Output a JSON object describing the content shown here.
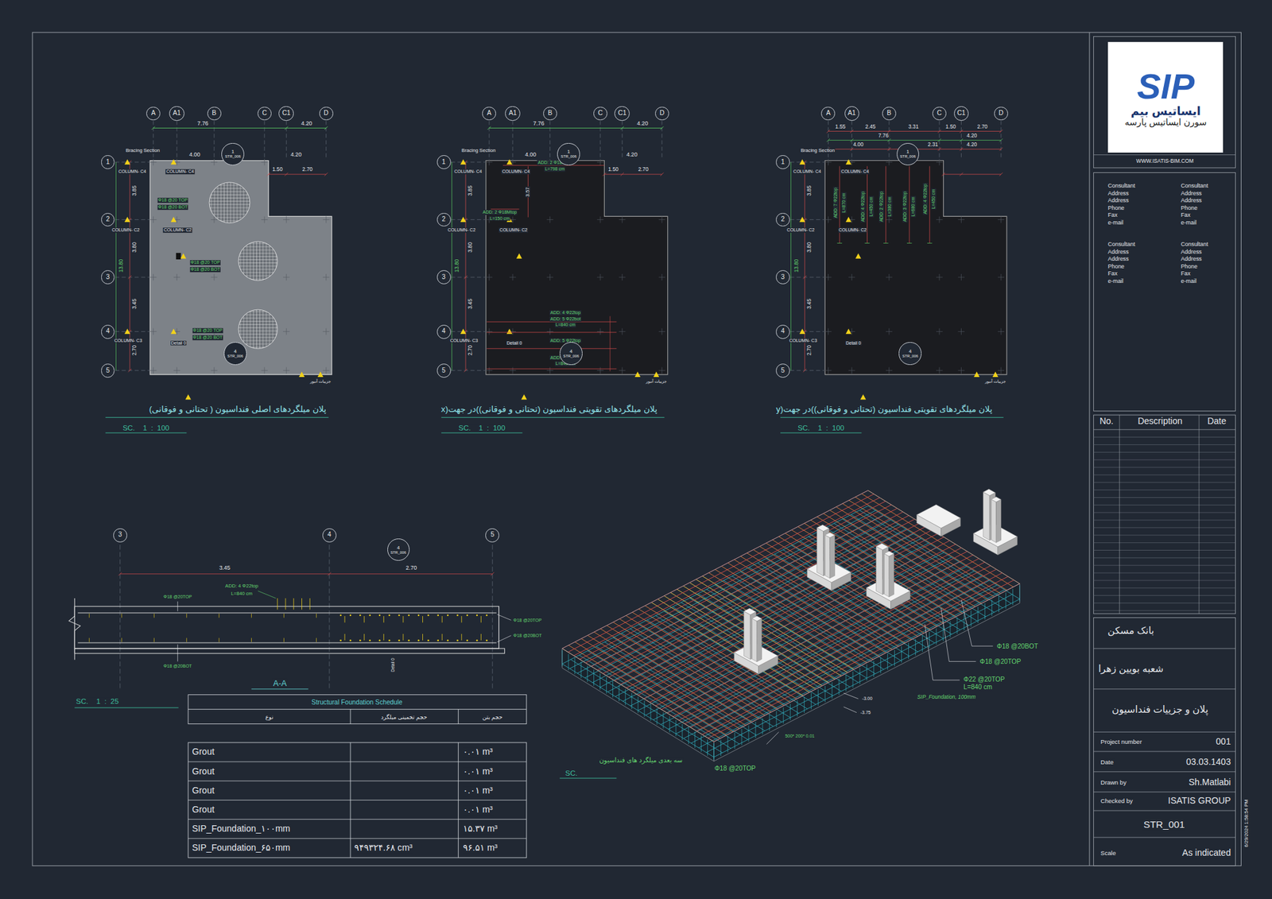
{
  "diagram": {
    "nodes": [
      {
        "text": [
          "A"
        ]
      },
      {
        "text": [
          "A1"
        ]
      },
      {
        "text": [
          "B"
        ]
      },
      {
        "text": [
          "C"
        ]
      },
      {
        "text": [
          "C1"
        ]
      },
      {
        "text": [
          "D"
        ]
      },
      {
        "text": [
          "1"
        ]
      },
      {
        "text": [
          "2"
        ]
      },
      {
        "text": [
          "3"
        ]
      },
      {
        "text": [
          "4"
        ]
      },
      {
        "text": [
          "5"
        ]
      },
      {
        "text": [
          "1",
          "STR_006"
        ]
      },
      {
        "text": [
          "4",
          "STR_006"
        ]
      },
      {
        "text": [
          "A"
        ]
      },
      {
        "text": [
          "A1"
        ]
      },
      {
        "text": [
          "B"
        ]
      },
      {
        "text": [
          "C"
        ]
      },
      {
        "text": [
          "C1"
        ]
      },
      {
        "text": [
          "D"
        ]
      },
      {
        "text": [
          "1"
        ]
      },
      {
        "text": [
          "2"
        ]
      },
      {
        "text": [
          "3"
        ]
      },
      {
        "text": [
          "4"
        ]
      },
      {
        "text": [
          "5"
        ]
      },
      {
        "text": [
          "1",
          "STR_006"
        ]
      },
      {
        "text": [
          "4",
          "STR_006"
        ]
      },
      {
        "text": [
          "A"
        ]
      },
      {
        "text": [
          "A1"
        ]
      },
      {
        "text": [
          "B"
        ]
      },
      {
        "text": [
          "C"
        ]
      },
      {
        "text": [
          "C1"
        ]
      },
      {
        "text": [
          "D"
        ]
      },
      {
        "text": [
          "1"
        ]
      },
      {
        "text": [
          "2"
        ]
      },
      {
        "text": [
          "3"
        ]
      },
      {
        "text": [
          "4"
        ]
      },
      {
        "text": [
          "5"
        ]
      },
      {
        "text": [
          "1",
          "STR_006"
        ]
      },
      {
        "text": [
          "4",
          "STR_006"
        ]
      },
      {
        "text": [
          "3"
        ]
      },
      {
        "text": [
          "4"
        ]
      },
      {
        "text": [
          "5"
        ]
      },
      {
        "text": [
          "4",
          "STR_006"
        ]
      },
      {
        "text": [
          "SIP",
          "ایساتیس بیم",
          "سورن ایساتیس پارسه"
        ]
      }
    ],
    "labels": [
      "7.76",
      "4.20",
      "4.00",
      "4.20",
      "1.50",
      "2.70",
      "Bracing Section",
      "3.85",
      "3.80",
      "13.80",
      "3.45",
      "2.70",
      "COLUMN- C4",
      "COLUMN- C4",
      "COLUMN- C2",
      "COLUMN- C2",
      "COLUMN- C3",
      "Detail 0",
      "Φ18 @20 TOP",
      "Φ18 @20 BOT",
      "Φ18 @20 TOP",
      "Φ18 @20 BOT",
      "Φ18 @20 TOP",
      "Φ18 @20 BOT",
      "جزییات آنبور",
      "پلان میلگردهای اصلی فنداسیون ( تحتانی و فوقانی)",
      "SC.    1  :  100",
      "7.76",
      "4.20",
      "4.00",
      "4.20",
      "1.50",
      "2.70",
      "Bracing Section",
      "3.85",
      "3.80",
      "13.80",
      "3.45",
      "2.70",
      "COLUMN- C4",
      "COLUMN- C4",
      "COLUMN- C2",
      "COLUMN- C2",
      "COLUMN- C3",
      "Detail 0",
      "ADD: 2 Φ18Mtop",
      "L=798 cm",
      "3.57",
      "ADD: 2 Φ18Mtop",
      "L=150 cm",
      "ADD: 4 Φ22top",
      "ADD: 5 Φ22bot",
      "L=840 cm",
      "ADD: 5 Φ22top",
      "ADD: 6 Φ22top",
      "L=840 cm",
      "جزییات آنبور",
      "پلان میلگردهای تقویتی فنداسیون (تحتانی و فوقانی))در جهت(x",
      "SC.    1  :  100",
      "1.55",
      "2.45",
      "3.31",
      "1.50",
      "2.70",
      "7.76",
      "4.20",
      "4.00",
      "2.31",
      "4.20",
      "Bracing Section",
      "3.85",
      "3.80",
      "13.80",
      "3.45",
      "2.70",
      "COLUMN- C4",
      "COLUMN- C4",
      "COLUMN- C2",
      "COLUMN- C2",
      "COLUMN- C3",
      "Detail 0",
      "ADD: 7 Φ22top",
      "L=870 cm",
      "ADD: 4 Φ22top",
      "L=450 cm",
      "ADD: 2 Φ22top",
      "L=380 cm",
      "ADD: 3 Φ22top",
      "L=680 cm",
      "ADD: 4 Φ22top",
      "L=450 cm",
      "جزییات آنبور",
      "پلان میلگردهای تقویتی فنداسیون (تحتانی و فوقانی))در جهت(y",
      "SC.    1  :  100",
      "3.45",
      "2.70",
      "ADD: 4 Φ22top",
      "L=840 cm",
      "Φ18 @20TOP",
      "Φ18 @20TOP",
      "Φ18 @20BOT",
      "Φ18 @20BOT",
      "Detail 0",
      "A-A",
      "SC.    1  :  25",
      "Structural Foundation Schedule",
      "نوع",
      "حجم تخمینی میلگرد",
      "حجم بتن",
      "Grout",
      "۰.۰۱ m³",
      "Grout",
      "۰.۰۱ m³",
      "Grout",
      "۰.۰۱ m³",
      "Grout",
      "۰.۰۱ m³",
      "SIP_Foundation_۱۰۰mm",
      "۱۵.۳۷ m³",
      "SIP_Foundation_۶۵۰mm",
      "۹۴۹۳۲۴.۶۸ cm³",
      "۹۶.۵۱ m³",
      "Φ18 @20BOT",
      "Φ18 @20TOP",
      "Φ22 @20TOP",
      "L=840 cm",
      "SIP_Foundation, 100mm",
      "-3.00",
      "-3.75",
      "500* 200* 0.01",
      "Φ18 @20TOP",
      "سه بعدی میلگرد های فنداسیون",
      "SC.",
      "WWW.ISATIS-BIM.COM",
      "Consultant",
      "Address",
      "Address",
      "Phone",
      "Fax",
      "e-mail",
      "Consultant",
      "Address",
      "Address",
      "Phone",
      "Fax",
      "e-mail",
      "Consultant",
      "Address",
      "Address",
      "Phone",
      "Fax",
      "e-mail",
      "Consultant",
      "Address",
      "Address",
      "Phone",
      "Fax",
      "e-mail",
      "No.",
      "Description",
      "Date",
      "بانک مسکن",
      "شعبه بویین زهرا",
      "پلان و جزییات فنداسیون",
      "Project number",
      "001",
      "Date",
      "03.03.1403",
      "Drawn by",
      "Sh.Matlabi",
      "Checked by",
      "ISATIS GROUP",
      "STR_001",
      "Scale",
      "As indicated",
      "6/29/2024 1:58:54 PM"
    ]
  }
}
